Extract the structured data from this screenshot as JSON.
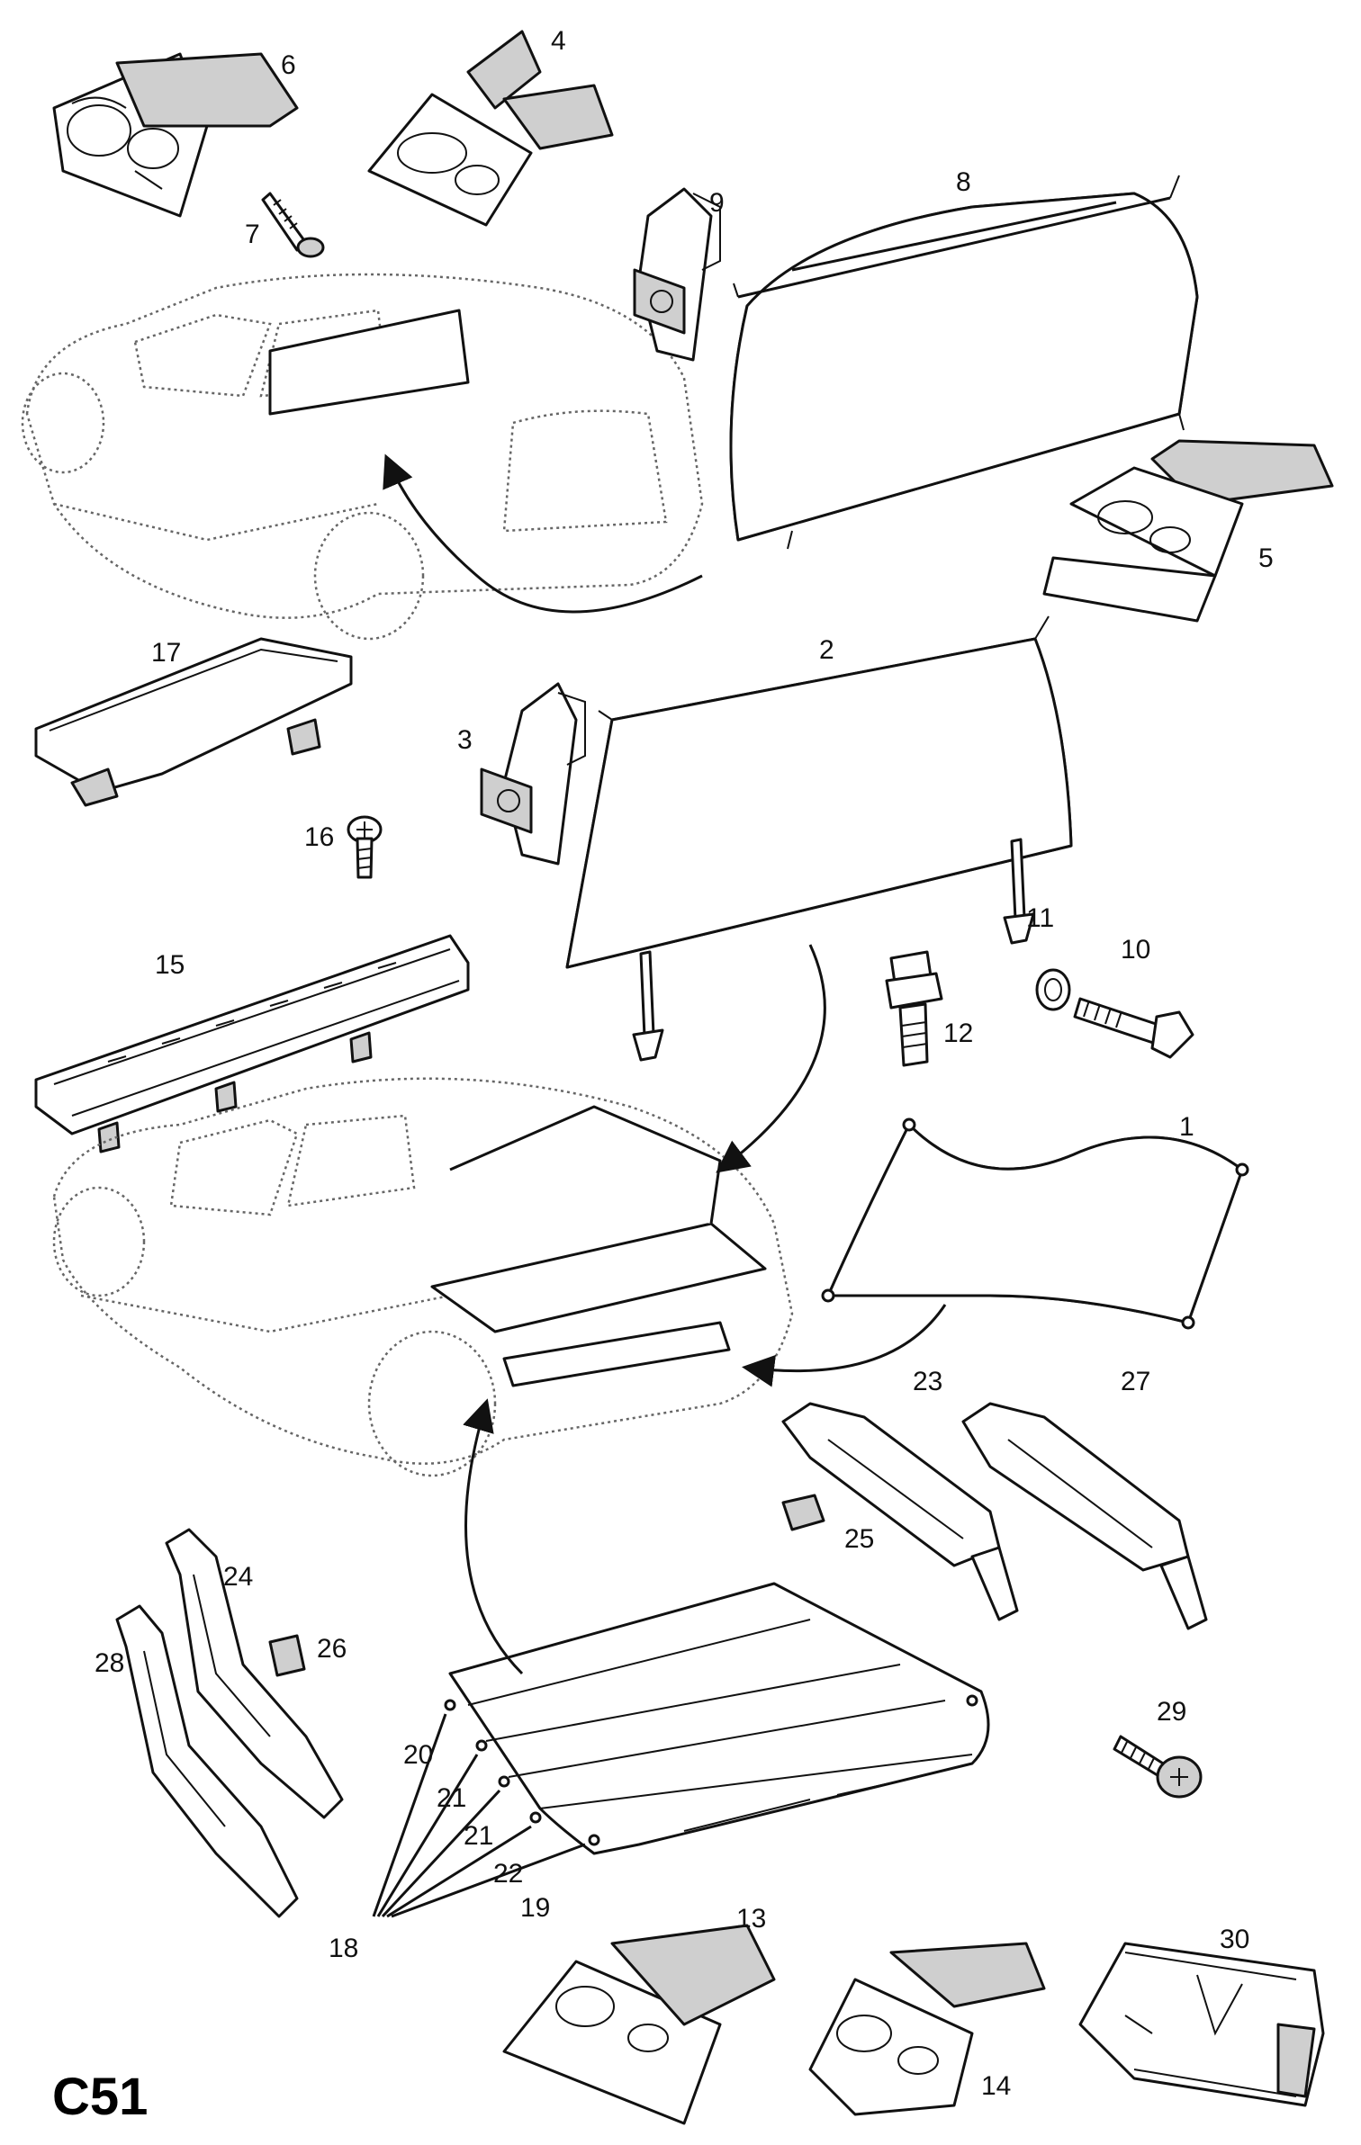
{
  "diagram_code": "C51",
  "part_labels": [
    {
      "id": "6",
      "text": "6"
    },
    {
      "id": "4",
      "text": "4"
    },
    {
      "id": "7",
      "text": "7"
    },
    {
      "id": "9",
      "text": "9"
    },
    {
      "id": "8",
      "text": "8"
    },
    {
      "id": "5",
      "text": "5"
    },
    {
      "id": "17",
      "text": "17"
    },
    {
      "id": "2",
      "text": "2"
    },
    {
      "id": "3",
      "text": "3"
    },
    {
      "id": "16",
      "text": "16"
    },
    {
      "id": "11",
      "text": "11"
    },
    {
      "id": "10",
      "text": "10"
    },
    {
      "id": "15",
      "text": "15"
    },
    {
      "id": "12",
      "text": "12"
    },
    {
      "id": "1",
      "text": "1"
    },
    {
      "id": "23",
      "text": "23"
    },
    {
      "id": "27",
      "text": "27"
    },
    {
      "id": "25",
      "text": "25"
    },
    {
      "id": "24",
      "text": "24"
    },
    {
      "id": "26",
      "text": "26"
    },
    {
      "id": "28",
      "text": "28"
    },
    {
      "id": "29",
      "text": "29"
    },
    {
      "id": "20",
      "text": "20"
    },
    {
      "id": "21a",
      "text": "21"
    },
    {
      "id": "21b",
      "text": "21"
    },
    {
      "id": "22",
      "text": "22"
    },
    {
      "id": "19",
      "text": "19"
    },
    {
      "id": "13",
      "text": "13"
    },
    {
      "id": "30",
      "text": "30"
    },
    {
      "id": "18",
      "text": "18"
    },
    {
      "id": "14",
      "text": "14"
    }
  ]
}
